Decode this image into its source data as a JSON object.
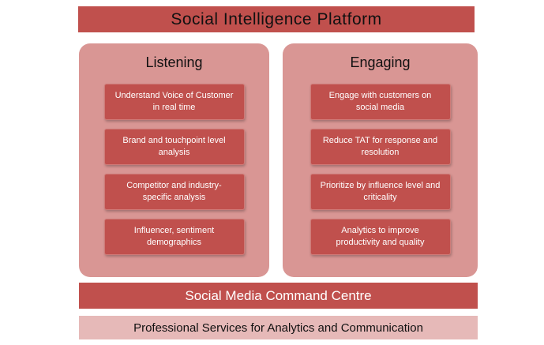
{
  "title": "Social Intelligence Platform",
  "columns": [
    {
      "header": "Listening",
      "items": [
        "Understand Voice of Customer in real time",
        "Brand and touchpoint level analysis",
        "Competitor and industry-specific analysis",
        "Influencer, sentiment demographics"
      ]
    },
    {
      "header": "Engaging",
      "items": [
        "Engage with customers on social media",
        "Reduce TAT for response and resolution",
        "Prioritize by influence level and criticality",
        "Analytics to improve productivity and quality"
      ]
    }
  ],
  "bars": {
    "command_centre": "Social Media Command Centre",
    "professional_services": "Professional Services for Analytics and Communication"
  },
  "colors": {
    "dark_red": "#C0504D",
    "panel_pink": "#D99694",
    "light_pink": "#E6B9B8",
    "box_text": "#FFFFFF",
    "heading_text": "#111111"
  }
}
